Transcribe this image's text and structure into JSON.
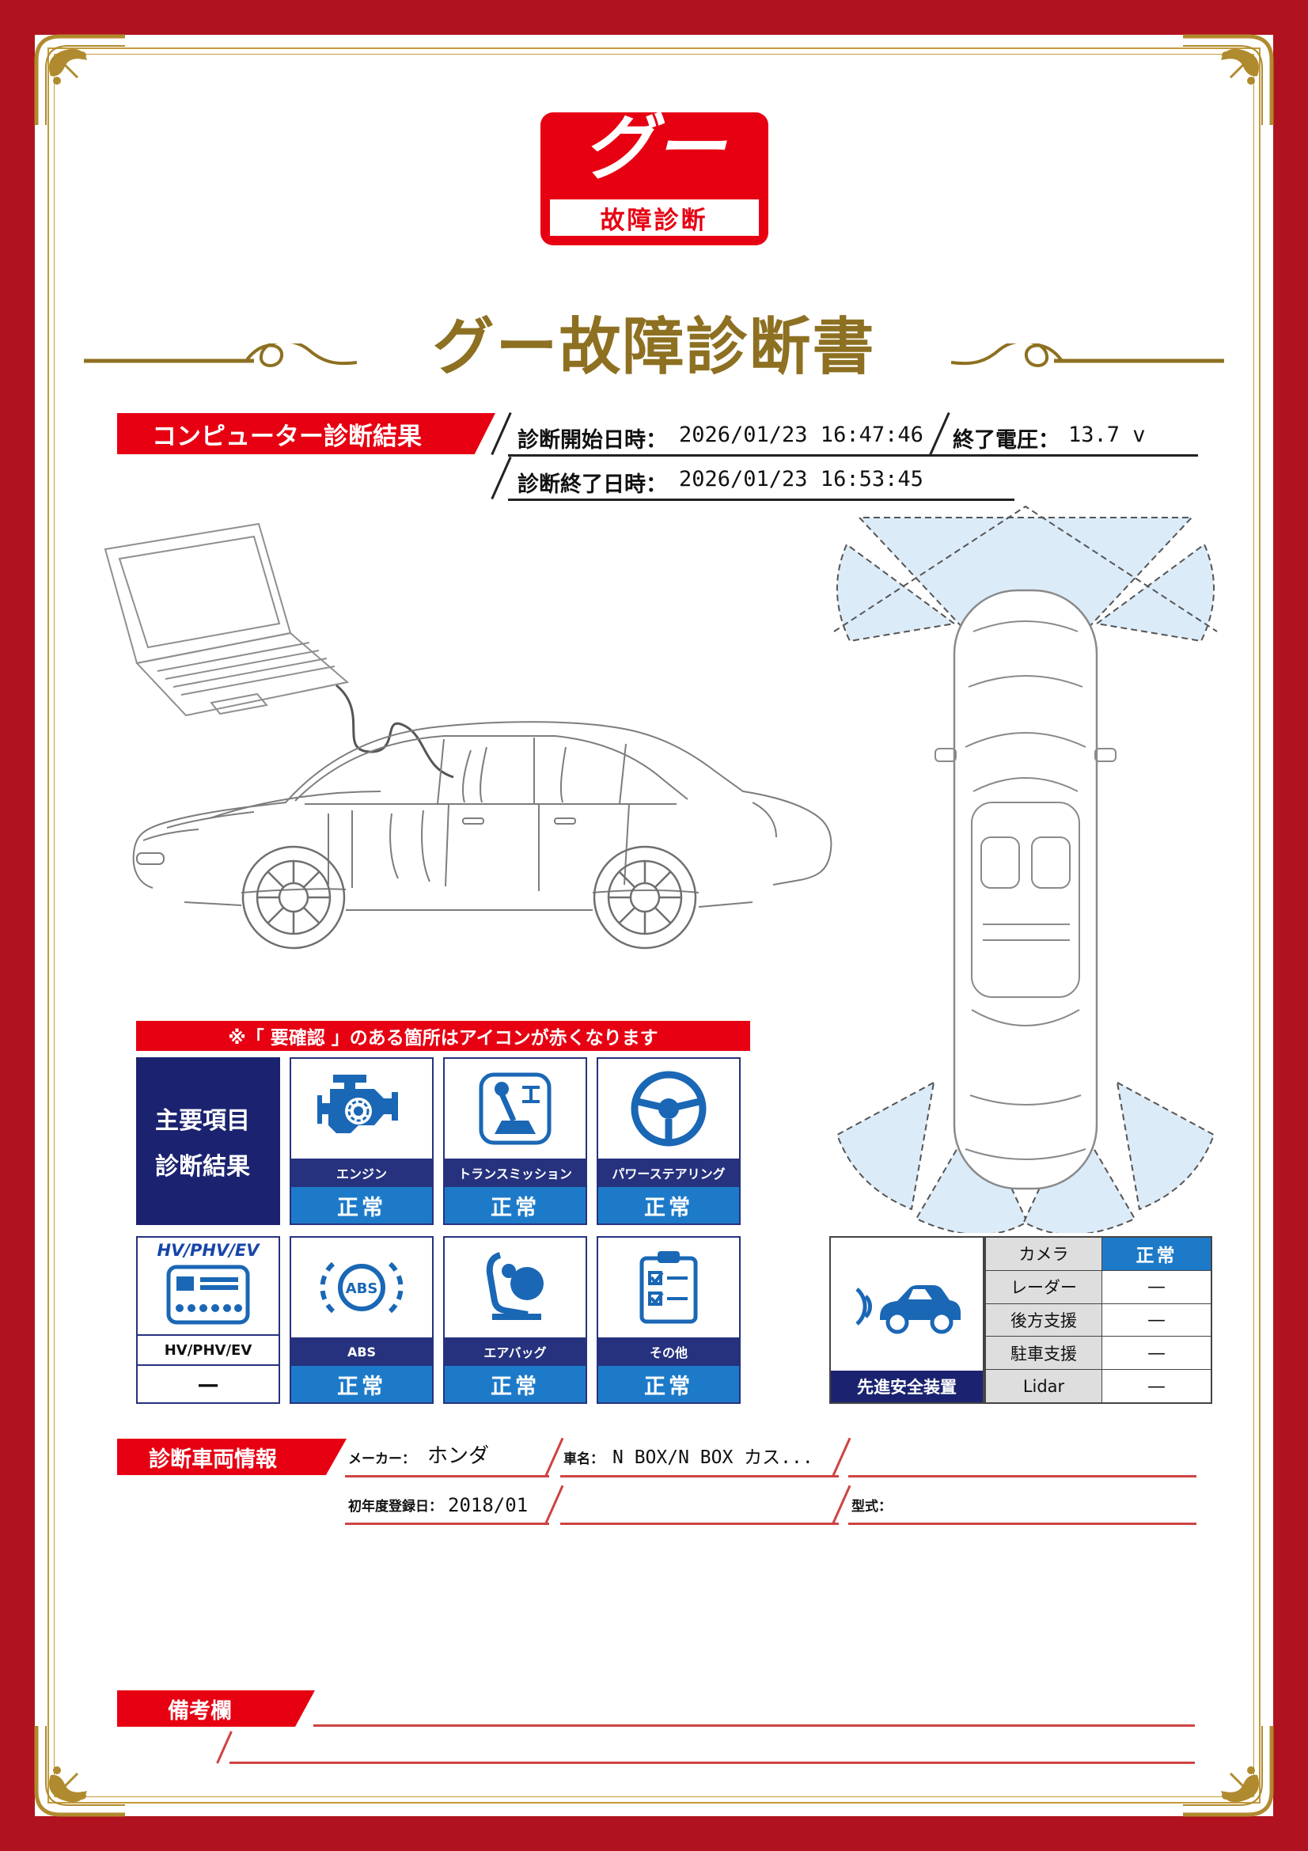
{
  "colors": {
    "frame_red": "#b0131f",
    "accent_red": "#e60012",
    "navy": "#1b2370",
    "blue": "#1d7ac9",
    "gold": "#8d7021"
  },
  "logo": {
    "main": "グー",
    "sub": "故障診断"
  },
  "title": "グー故障診断書",
  "diagnosis": {
    "banner": "コンピューター診断結果",
    "start_label": "診断開始日時：",
    "start_value": "2026/01/23 16:47:46",
    "voltage_label": "終了電圧：",
    "voltage_value": "13.7 v",
    "end_label": "診断終了日時：",
    "end_value": "2026/01/23 16:53:45"
  },
  "notice": "※「 要確認 」のある箇所はアイコンが赤くなります",
  "grid": {
    "header_line1": "主要項目",
    "header_line2": "診断結果",
    "hv_top": "HV/PHV/EV",
    "items": [
      {
        "icon": "engine-icon",
        "label": "エンジン",
        "status": "正常"
      },
      {
        "icon": "transmission-icon",
        "label": "トランスミッション",
        "status": "正常"
      },
      {
        "icon": "steering-icon",
        "label": "パワーステアリング",
        "status": "正常"
      },
      {
        "icon": "hv-icon",
        "label": "HV/PHV/EV",
        "status": "—"
      },
      {
        "icon": "abs-icon",
        "label": "ABS",
        "status": "正常"
      },
      {
        "icon": "airbag-icon",
        "label": "エアバッグ",
        "status": "正常"
      },
      {
        "icon": "other-icon",
        "label": "その他",
        "status": "正常"
      }
    ]
  },
  "safety": {
    "caption": "先進安全装置",
    "rows": [
      {
        "label": "カメラ",
        "value": "正常"
      },
      {
        "label": "レーダー",
        "value": "—"
      },
      {
        "label": "後方支援",
        "value": "—"
      },
      {
        "label": "駐車支援",
        "value": "—"
      },
      {
        "label": "Lidar",
        "value": "—"
      }
    ]
  },
  "vehicle": {
    "banner": "診断車両情報",
    "maker_label": "メーカー：",
    "maker_value": "ホンダ",
    "name_label": "車名：",
    "name_value": "N BOX/N BOX カス...",
    "reg_label": "初年度登録日：",
    "reg_value": "2018/01",
    "model_label": "型式：",
    "model_value": ""
  },
  "remarks": {
    "banner": "備考欄"
  }
}
